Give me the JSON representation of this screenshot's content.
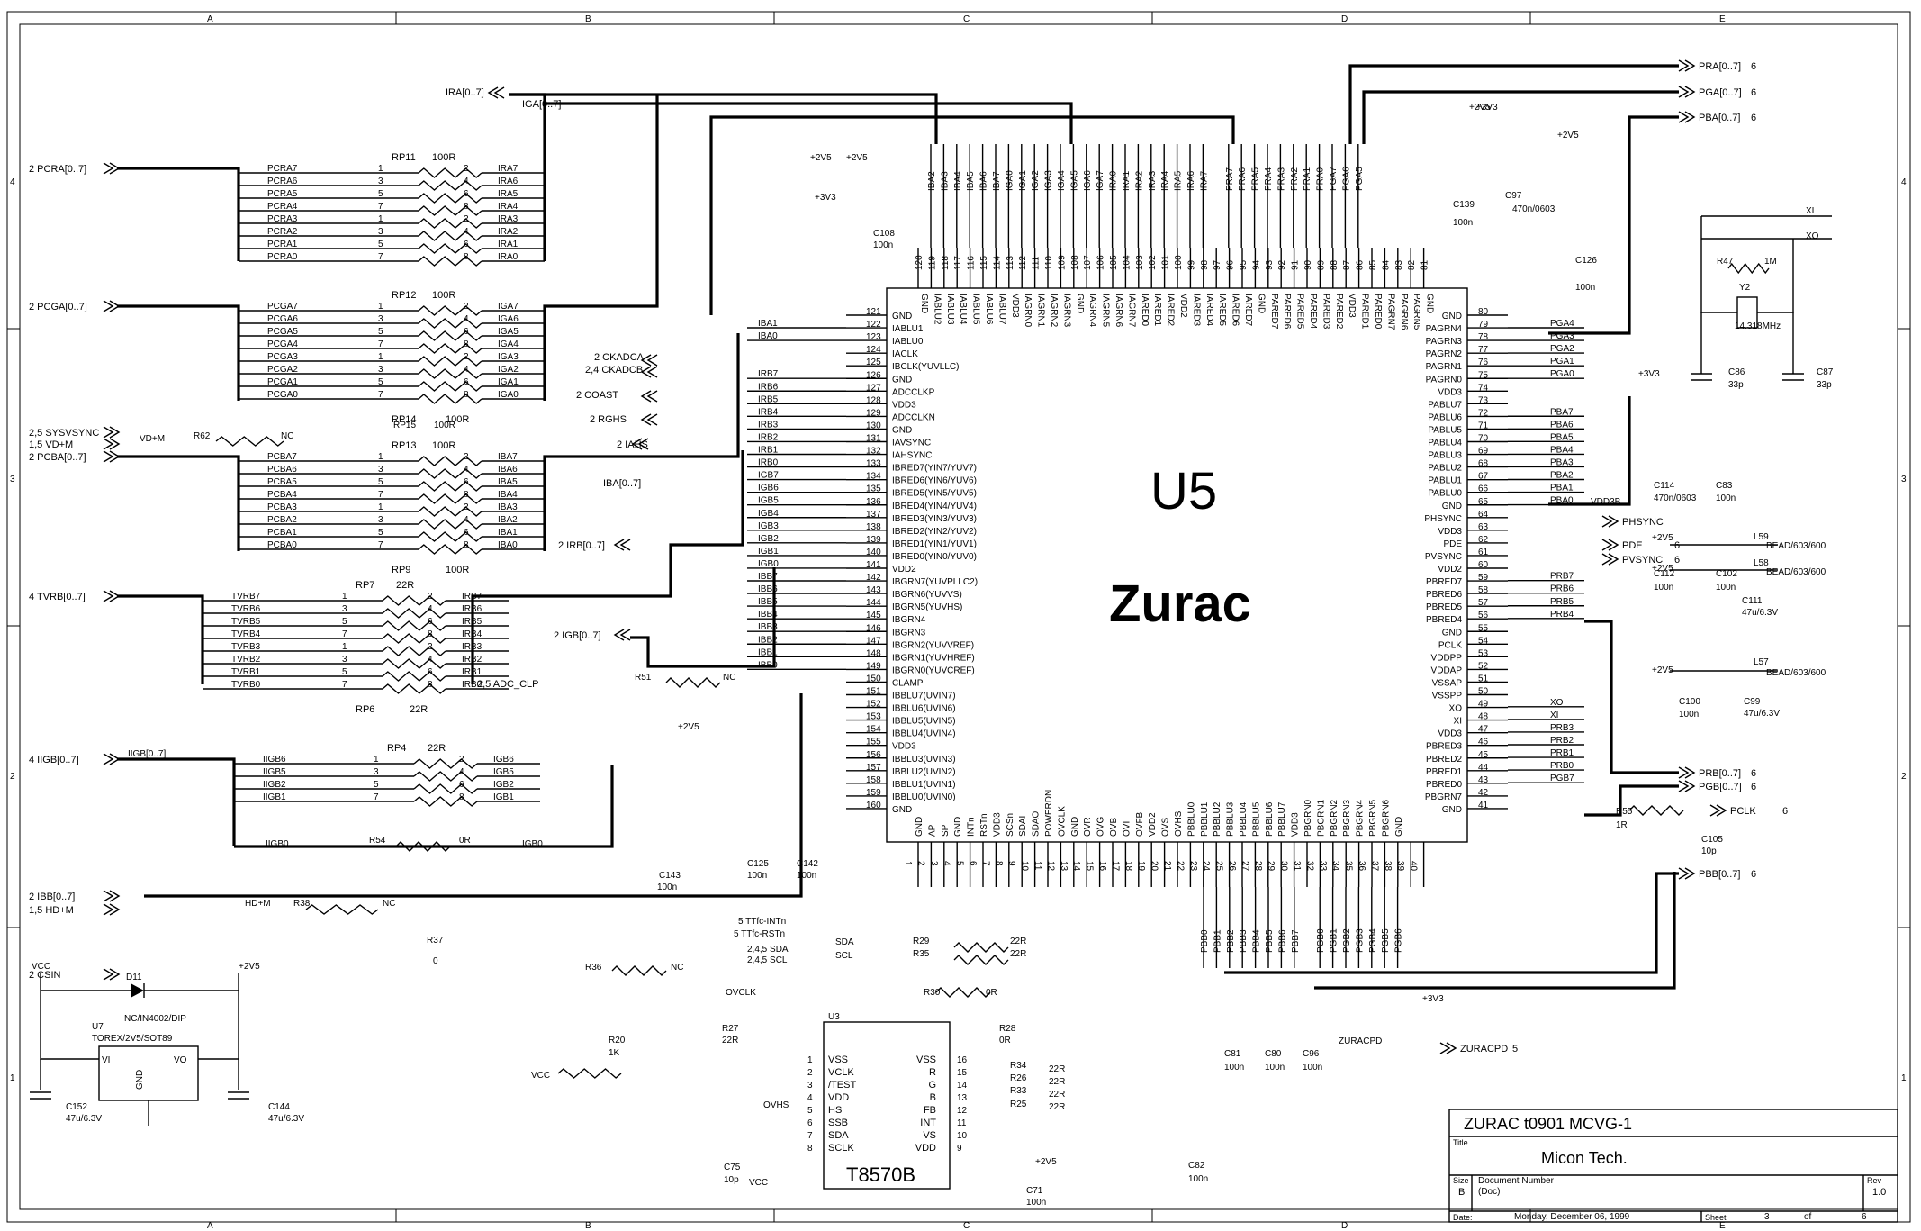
{
  "frame": {
    "cols": [
      "A",
      "B",
      "C",
      "D",
      "E"
    ],
    "rows": [
      "4",
      "3",
      "2",
      "1"
    ]
  },
  "chip": {
    "ref": "U5",
    "name": "Zurac",
    "left_pins": [
      [
        "121",
        "GND"
      ],
      [
        "122",
        "IABLU1"
      ],
      [
        "123",
        "IABLU0"
      ],
      [
        "124",
        "IACLK"
      ],
      [
        "125",
        "IBCLK(YUVLLC)"
      ],
      [
        "126",
        "GND"
      ],
      [
        "127",
        "ADCCLKP"
      ],
      [
        "128",
        "VDD3"
      ],
      [
        "129",
        "ADCCLKN"
      ],
      [
        "130",
        "GND"
      ],
      [
        "131",
        "IAVSYNC"
      ],
      [
        "132",
        "IAHSYNC"
      ],
      [
        "133",
        "IBRED7(YIN7/YUV7)"
      ],
      [
        "134",
        "IBRED6(YIN6/YUV6)"
      ],
      [
        "135",
        "IBRED5(YIN5/YUV5)"
      ],
      [
        "136",
        "IBRED4(YIN4/YUV4)"
      ],
      [
        "137",
        "IBRED3(YIN3/YUV3)"
      ],
      [
        "138",
        "IBRED2(YIN2/YUV2)"
      ],
      [
        "139",
        "IBRED1(YIN1/YUV1)"
      ],
      [
        "140",
        "IBRED0(YIN0/YUV0)"
      ],
      [
        "141",
        "VDD2"
      ],
      [
        "142",
        "IBGRN7(YUVPLLC2)"
      ],
      [
        "143",
        "IBGRN6(YUVVS)"
      ],
      [
        "144",
        "IBGRN5(YUVHS)"
      ],
      [
        "145",
        "IBGRN4"
      ],
      [
        "146",
        "IBGRN3"
      ],
      [
        "147",
        "IBGRN2(YUVVREF)"
      ],
      [
        "148",
        "IBGRN1(YUVHREF)"
      ],
      [
        "149",
        "IBGRN0(YUVCREF)"
      ],
      [
        "150",
        "CLAMP"
      ],
      [
        "151",
        "IBBLU7(UVIN7)"
      ],
      [
        "152",
        "IBBLU6(UVIN6)"
      ],
      [
        "153",
        "IBBLU5(UVIN5)"
      ],
      [
        "154",
        "IBBLU4(UVIN4)"
      ],
      [
        "155",
        "VDD3"
      ],
      [
        "156",
        "IBBLU3(UVIN3)"
      ],
      [
        "157",
        "IBBLU2(UVIN2)"
      ],
      [
        "158",
        "IBBLU1(UVIN1)"
      ],
      [
        "159",
        "IBBLU0(UVIN0)"
      ],
      [
        "160",
        "GND"
      ]
    ],
    "right_pins": [
      [
        "80",
        "GND"
      ],
      [
        "79",
        "PAGRN4"
      ],
      [
        "78",
        "PAGRN3"
      ],
      [
        "77",
        "PAGRN2"
      ],
      [
        "76",
        "PAGRN1"
      ],
      [
        "75",
        "PAGRN0"
      ],
      [
        "74",
        "VDD3"
      ],
      [
        "73",
        "PABLU7"
      ],
      [
        "72",
        "PABLU6"
      ],
      [
        "71",
        "PABLU5"
      ],
      [
        "70",
        "PABLU4"
      ],
      [
        "69",
        "PABLU3"
      ],
      [
        "68",
        "PABLU2"
      ],
      [
        "67",
        "PABLU1"
      ],
      [
        "66",
        "PABLU0"
      ],
      [
        "65",
        "GND"
      ],
      [
        "64",
        "PHSYNC"
      ],
      [
        "63",
        "VDD3"
      ],
      [
        "62",
        "PDE"
      ],
      [
        "61",
        "PVSYNC"
      ],
      [
        "60",
        "VDD2"
      ],
      [
        "59",
        "PBRED7"
      ],
      [
        "58",
        "PBRED6"
      ],
      [
        "57",
        "PBRED5"
      ],
      [
        "56",
        "PBRED4"
      ],
      [
        "55",
        "GND"
      ],
      [
        "54",
        "PCLK"
      ],
      [
        "53",
        "VDDPP"
      ],
      [
        "52",
        "VDDAP"
      ],
      [
        "51",
        "VSSAP"
      ],
      [
        "50",
        "VSSPP"
      ],
      [
        "49",
        "XO"
      ],
      [
        "48",
        "XI"
      ],
      [
        "47",
        "VDD3"
      ],
      [
        "46",
        "PBRED3"
      ],
      [
        "45",
        "PBRED2"
      ],
      [
        "44",
        "PBRED1"
      ],
      [
        "43",
        "PBRED0"
      ],
      [
        "42",
        "PBGRN7"
      ],
      [
        "41",
        "GND"
      ]
    ],
    "top_pins": [
      [
        "120",
        "GND"
      ],
      [
        "119",
        "IABLU2"
      ],
      [
        "118",
        "IABLU3"
      ],
      [
        "117",
        "IABLU4"
      ],
      [
        "116",
        "IABLU5"
      ],
      [
        "115",
        "IABLU6"
      ],
      [
        "114",
        "IABLU7"
      ],
      [
        "113",
        "VDD3"
      ],
      [
        "112",
        "IAGRN0"
      ],
      [
        "111",
        "IAGRN1"
      ],
      [
        "110",
        "IAGRN2"
      ],
      [
        "109",
        "IAGRN3"
      ],
      [
        "108",
        "GND"
      ],
      [
        "107",
        "IAGRN4"
      ],
      [
        "106",
        "IAGRN5"
      ],
      [
        "105",
        "IAGRN6"
      ],
      [
        "104",
        "IAGRN7"
      ],
      [
        "103",
        "IARED0"
      ],
      [
        "102",
        "IARED1"
      ],
      [
        "101",
        "IARED2"
      ],
      [
        "100",
        "VDD2"
      ],
      [
        "99",
        "IARED3"
      ],
      [
        "98",
        "IARED4"
      ],
      [
        "97",
        "IARED5"
      ],
      [
        "96",
        "IARED6"
      ],
      [
        "95",
        "IARED7"
      ],
      [
        "94",
        "GND"
      ],
      [
        "93",
        "PARED7"
      ],
      [
        "92",
        "PARED6"
      ],
      [
        "91",
        "PARED5"
      ],
      [
        "90",
        "PARED4"
      ],
      [
        "89",
        "PARED3"
      ],
      [
        "88",
        "PARED2"
      ],
      [
        "87",
        "VDD3"
      ],
      [
        "86",
        "PARED1"
      ],
      [
        "85",
        "PARED0"
      ],
      [
        "84",
        "PAGRN7"
      ],
      [
        "83",
        "PAGRN6"
      ],
      [
        "82",
        "PAGRN5"
      ],
      [
        "81",
        "GND"
      ]
    ],
    "bottom_pins": [
      [
        "1",
        "GND"
      ],
      [
        "2",
        "AP"
      ],
      [
        "3",
        "SP"
      ],
      [
        "4",
        "GND"
      ],
      [
        "5",
        "INTn"
      ],
      [
        "6",
        "RSTn"
      ],
      [
        "7",
        "VDD3"
      ],
      [
        "8",
        "SCSn"
      ],
      [
        "9",
        "SDAI"
      ],
      [
        "10",
        "SDAO"
      ],
      [
        "11",
        "POWERDN"
      ],
      [
        "12",
        "OVCLK"
      ],
      [
        "13",
        "GND"
      ],
      [
        "14",
        "OVR"
      ],
      [
        "15",
        "OVG"
      ],
      [
        "16",
        "OVB"
      ],
      [
        "17",
        "OVI"
      ],
      [
        "18",
        "OVFB"
      ],
      [
        "19",
        "VDD2"
      ],
      [
        "20",
        "OVS"
      ],
      [
        "21",
        "OVHS"
      ],
      [
        "22",
        "PBBLU0"
      ],
      [
        "23",
        "PBBLU1"
      ],
      [
        "24",
        "PBBLU2"
      ],
      [
        "25",
        "PBBLU3"
      ],
      [
        "26",
        "PBBLU4"
      ],
      [
        "27",
        "PBBLU5"
      ],
      [
        "28",
        "PBBLU6"
      ],
      [
        "29",
        "PBBLU7"
      ],
      [
        "30",
        "VDD3"
      ],
      [
        "31",
        "PBGRN0"
      ],
      [
        "32",
        "PBGRN1"
      ],
      [
        "33",
        "PBGRN2"
      ],
      [
        "34",
        "PBGRN3"
      ],
      [
        "35",
        "PBGRN4"
      ],
      [
        "36",
        "PBGRN5"
      ],
      [
        "37",
        "PBGRN6"
      ],
      [
        "38",
        "GND"
      ],
      [
        "39",
        "",
        ""
      ],
      [
        "40",
        "",
        ""
      ]
    ],
    "top_nets": [
      "IBA2",
      "IBA3",
      "IBA4",
      "IBA5",
      "IBA6",
      "IBA7",
      "IGA0",
      "IGA1",
      "IGA2",
      "IGA3",
      "IGA4",
      "IGA5",
      "IGA6",
      "IGA7",
      "IRA0",
      "IRA1",
      "IRA2",
      "IRA3",
      "IRA4",
      "IRA5",
      "IRA6",
      "IRA7",
      "PRA7",
      "PRA6",
      "PRA5",
      "PRA4",
      "PRA3",
      "PRA2",
      "PRA1",
      "PRA0",
      "PGA7",
      "PGA6",
      "PGA5"
    ],
    "left_nets": [
      "IBA1",
      "IBA0",
      "IRB7",
      "IRB6",
      "IRB5",
      "IRB4",
      "IRB3",
      "IRB2",
      "IRB1",
      "IRB0",
      "IGB7",
      "IGB6",
      "IGB5",
      "IGB4",
      "IGB3",
      "IGB2",
      "IGB1",
      "IGB0",
      "IBB7",
      "IBB6",
      "IBB5",
      "IBB4",
      "IBB3",
      "IBB2",
      "IBB1",
      "IBB0"
    ],
    "right_nets": [
      "PGA4",
      "PGA3",
      "PGA2",
      "PGA1",
      "PGA0",
      "PBA7",
      "PBA6",
      "PBA5",
      "PBA4",
      "PBA3",
      "PBA2",
      "PBA1",
      "PBA0",
      "PRB7",
      "PRB6",
      "PRB5",
      "PRB4",
      "XO",
      "XI",
      "PRB3",
      "PRB2",
      "PRB1",
      "PRB0",
      "PGB7"
    ],
    "bottom_nets": [
      "PBB0",
      "PBB1",
      "PBB2",
      "PBB3",
      "PBB4",
      "PBB5",
      "PBB6",
      "PBB7",
      "PGB0",
      "PGB1",
      "PGB2",
      "PGB3",
      "PGB4",
      "PGB5",
      "PGB6"
    ]
  },
  "resistor_packs": [
    {
      "ref": "RP11",
      "value": "100R",
      "in": [
        "PCRA7",
        "PCRA6",
        "PCRA5",
        "PCRA4",
        "PCRA3",
        "PCRA2",
        "PCRA1",
        "PCRA0"
      ],
      "out": [
        "IRA7",
        "IRA6",
        "IRA5",
        "IRA4",
        "IRA3",
        "IRA2",
        "IRA1",
        "IRA0"
      ]
    },
    {
      "ref": "RP12",
      "value": "100R",
      "ref2": "RP14",
      "value2": "100R",
      "in": [
        "PCGA7",
        "PCGA6",
        "PCGA5",
        "PCGA4",
        "PCGA3",
        "PCGA2",
        "PCGA1",
        "PCGA0"
      ],
      "out": [
        "IGA7",
        "IGA6",
        "IGA5",
        "IGA4",
        "IGA3",
        "IGA2",
        "IGA1",
        "IGA0"
      ]
    },
    {
      "ref": "RP13",
      "value": "100R",
      "ref2": "RP9",
      "value2": "100R",
      "in": [
        "PCBA7",
        "PCBA6",
        "PCBA5",
        "PCBA4",
        "PCBA3",
        "PCBA2",
        "PCBA1",
        "PCBA0"
      ],
      "out": [
        "IBA7",
        "IBA6",
        "IBA5",
        "IBA4",
        "IBA3",
        "IBA2",
        "IBA1",
        "IBA0"
      ]
    },
    {
      "ref": "RP7",
      "value": "22R",
      "ref2": "RP6",
      "value2": "22R",
      "in": [
        "TVRB7",
        "TVRB6",
        "TVRB5",
        "TVRB4",
        "TVRB3",
        "TVRB2",
        "TVRB1",
        "TVRB0"
      ],
      "out": [
        "IRB7",
        "IRB6",
        "IRB5",
        "IRB4",
        "IRB3",
        "IRB2",
        "IRB1",
        "IRB0"
      ]
    },
    {
      "ref": "RP4",
      "value": "22R",
      "in": [
        "IIGB6",
        "IIGB5",
        "IIGB2",
        "IIGB1"
      ],
      "out": [
        "IGB6",
        "IGB5",
        "IGB2",
        "IGB1"
      ]
    }
  ],
  "ports_left": [
    {
      "label": "2  PCRA[0..7]"
    },
    {
      "label": "2  PCGA[0..7]"
    },
    {
      "label": "2,5  SYSVSYNC"
    },
    {
      "label": "1,5  VD+M"
    },
    {
      "label": "2  PCBA[0..7]"
    },
    {
      "label": "4  TVRB[0..7]"
    },
    {
      "label": "4  IIGB[0..7]"
    },
    {
      "label": "2  IBB[0..7]"
    },
    {
      "label": "1,5  HD+M"
    },
    {
      "label": "2  CSIN"
    }
  ],
  "ports_mid": [
    {
      "label": "IRA[0..7]"
    },
    {
      "label": "IGA[0..7]"
    },
    {
      "label": "2  CKADCA"
    },
    {
      "label": "2,4  CKADCB"
    },
    {
      "label": "2  COAST"
    },
    {
      "label": "2  RGHS"
    },
    {
      "label": "2  IAHS"
    },
    {
      "label": "IBA[0..7]"
    },
    {
      "label": "2  IRB[0..7]"
    },
    {
      "label": "2  IGB[0..7]"
    },
    {
      "label": "2,5  ADC_CLP"
    }
  ],
  "ports_right": [
    {
      "label": "PRA[0..7]",
      "n": "6"
    },
    {
      "label": "PGA[0..7]",
      "n": "6"
    },
    {
      "label": "PBA[0..7]",
      "n": "6"
    },
    {
      "label": "PHSYNC",
      "n": ""
    },
    {
      "label": "PDE",
      "n": "6"
    },
    {
      "label": "PVSYNC",
      "n": "6"
    },
    {
      "label": "PRB[0..7]",
      "n": "6"
    },
    {
      "label": "PGB[0..7]",
      "n": "6"
    },
    {
      "label": "PCLK",
      "n": "6"
    },
    {
      "label": "PBB[0..7]",
      "n": "6"
    },
    {
      "label": "ZURACPD",
      "n": "5"
    }
  ],
  "misc_labels": {
    "ira_bus": "IRA[0..7]",
    "iiggb": "IIGB[0..7]",
    "iigb0": "IIGB0",
    "igb0": "IGB0",
    "r54": "R54",
    "r54v": "0R",
    "r62": "R62",
    "r62v": "NC",
    "r15": "RP15",
    "r15v": "100R",
    "vdm": "VD+M",
    "r51": "R51",
    "r51v": "NC",
    "r38": "R38",
    "r38v": "NC",
    "hdm": "HD+M",
    "r37": "R37",
    "r37v": "0",
    "r36": "R36",
    "r36v": "NC",
    "ttfc_int": "5  TTfc-INTn",
    "ttfc_rst": "5  TTfc-RSTn",
    "sda_l": "2,4,5  SDA",
    "scl_l": "2,4,5  SCL",
    "sda": "SDA",
    "scl": "SCL",
    "r29": "R29",
    "r35": "R35",
    "r29v": "22R",
    "r35v": "22R",
    "r30": "R30",
    "r30v": "0R",
    "r28": "R28",
    "r28v": "0R",
    "ovclk": "OVCLK",
    "ovhs": "OVHS",
    "plus3v3": "+3V3",
    "plus2v5": "+2V5",
    "vcc": "VCC",
    "d11": "D11",
    "d11v": "NC/IN4002/DIP",
    "u7": "U7",
    "u7v": "TOREX/2V5/SOT89",
    "vi": "VI",
    "vo": "VO",
    "gnd": "GND",
    "c152": "C152",
    "c152v": "47u/6.3V",
    "c144": "C144",
    "c144v": "47u/6.3V",
    "r20": "R20",
    "r20v": "1K",
    "r27": "R27",
    "r27v": "22R",
    "c75": "C75",
    "c75v": "10p",
    "u3": "U3",
    "u3name": "T8570B",
    "u3_left": [
      "VSS",
      "VCLK",
      "/TEST",
      "VDD",
      "HS",
      "SSB",
      "SDA",
      "SCLK"
    ],
    "u3_right": [
      "VSS",
      "R",
      "G",
      "B",
      "FB",
      "INT",
      "VS",
      "VDD"
    ],
    "u3_lnum": [
      "1",
      "2",
      "3",
      "4",
      "5",
      "6",
      "7",
      "8"
    ],
    "u3_rnum": [
      "16",
      "15",
      "14",
      "13",
      "12",
      "11",
      "10",
      "9"
    ],
    "r34": "R34",
    "r26": "R26",
    "r33": "R33",
    "r25": "R25",
    "r22": "22R",
    "c71": "C71",
    "c71v": "100n",
    "c82": "C82",
    "c82v": "100n",
    "c81": "C81",
    "c80": "C80",
    "c96": "C96",
    "c100n": "100n",
    "zuracpd": "ZURACPD",
    "c143": "C143",
    "c125": "C125",
    "c142": "C142",
    "c108": "C108",
    "c139": "C139",
    "c97": "C97",
    "c97v": "470n/0603",
    "c126": "C126",
    "r47": "R47",
    "r47v": "1M",
    "y2": "Y2",
    "y2v": "14.318MHz",
    "c86": "C86",
    "c87": "C87",
    "c33p": "33p",
    "xi": "XI",
    "xo": "XO",
    "c114": "C114",
    "c114v": "470n/0603",
    "c83": "C83",
    "vdd3b": "VDD3B",
    "l59": "L59",
    "l58": "L58",
    "l57": "L57",
    "bead": "BEAD/603/600",
    "c112": "C112",
    "c102": "C102",
    "c111": "C111",
    "c111v": "47u/6.3V",
    "c100": "C100",
    "c99": "C99",
    "c99v": "47u/6.3V",
    "r55": "R55",
    "r55v": "1R",
    "c105": "C105",
    "c105v": "10p"
  },
  "title_block": {
    "title": "ZURAC t0901 MCVG-1",
    "title_label": "Title",
    "company": "Micon Tech.",
    "size_label": "Size",
    "size": "B",
    "docnum_label": "Document Number",
    "docnum": "(Doc)",
    "rev_label": "Rev",
    "rev": "1.0",
    "date_label": "Date:",
    "date": "Monday, December 06, 1999",
    "sheet_label": "Sheet",
    "sheet": "3",
    "of": "of",
    "total": "6"
  }
}
